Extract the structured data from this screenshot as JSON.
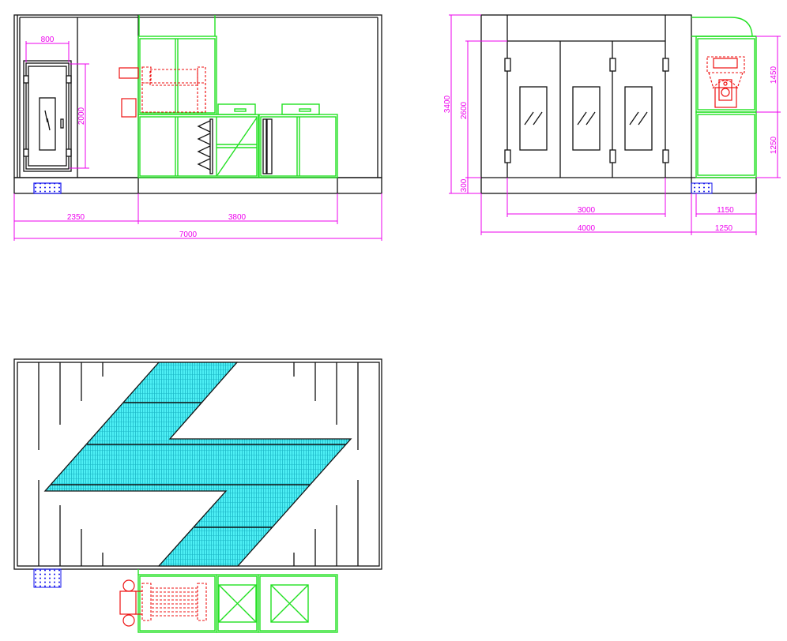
{
  "colors": {
    "outline": "#111111",
    "duct": "#22e022",
    "heater": "#ee1111",
    "dimension": "#ee00ee",
    "grille": "#33e8f0",
    "drain": "#1111ee"
  },
  "front_view": {
    "dims": {
      "door_width": "800",
      "door_height": "2000",
      "left_section": "2350",
      "right_section": "3800",
      "total_length": "7000"
    }
  },
  "side_view": {
    "dims": {
      "total_height": "3400",
      "door_height": "2600",
      "base_height": "300",
      "upper_module": "1450",
      "lower_module": "1250",
      "door_width": "3000",
      "booth_width": "4000",
      "module_inner_width": "1150",
      "module_width": "1250"
    }
  }
}
